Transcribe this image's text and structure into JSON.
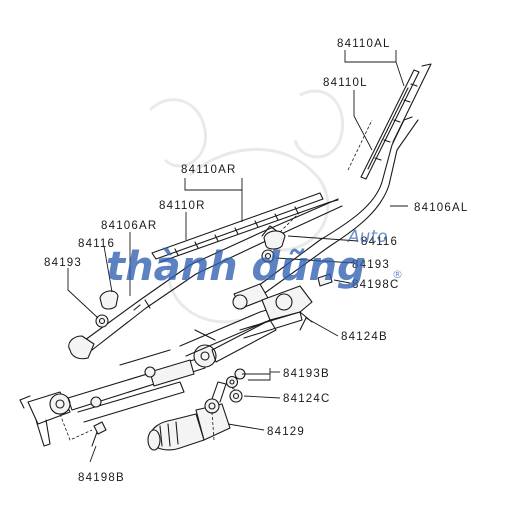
{
  "diagram": {
    "callouts": [
      {
        "key": "84110AL",
        "text": "84110AL"
      },
      {
        "key": "84110L",
        "text": "84110L"
      },
      {
        "key": "84110AR",
        "text": "84110AR"
      },
      {
        "key": "84110R",
        "text": "84110R"
      },
      {
        "key": "84106AR",
        "text": "84106AR"
      },
      {
        "key": "84106AL",
        "text": "84106AL"
      },
      {
        "key": "84116_left",
        "text": "84116"
      },
      {
        "key": "84116_right",
        "text": "84116"
      },
      {
        "key": "84193_left",
        "text": "84193"
      },
      {
        "key": "84193_right",
        "text": "84193"
      },
      {
        "key": "84198C",
        "text": "84198C"
      },
      {
        "key": "84124B",
        "text": "84124B"
      },
      {
        "key": "84193B",
        "text": "84193B"
      },
      {
        "key": "84124C",
        "text": "84124C"
      },
      {
        "key": "84129",
        "text": "84129"
      },
      {
        "key": "84198B",
        "text": "84198B"
      }
    ]
  },
  "watermark": {
    "text": "thành dũng",
    "sub": "Auto",
    "registered": "®",
    "color": "#2f5fb0"
  }
}
